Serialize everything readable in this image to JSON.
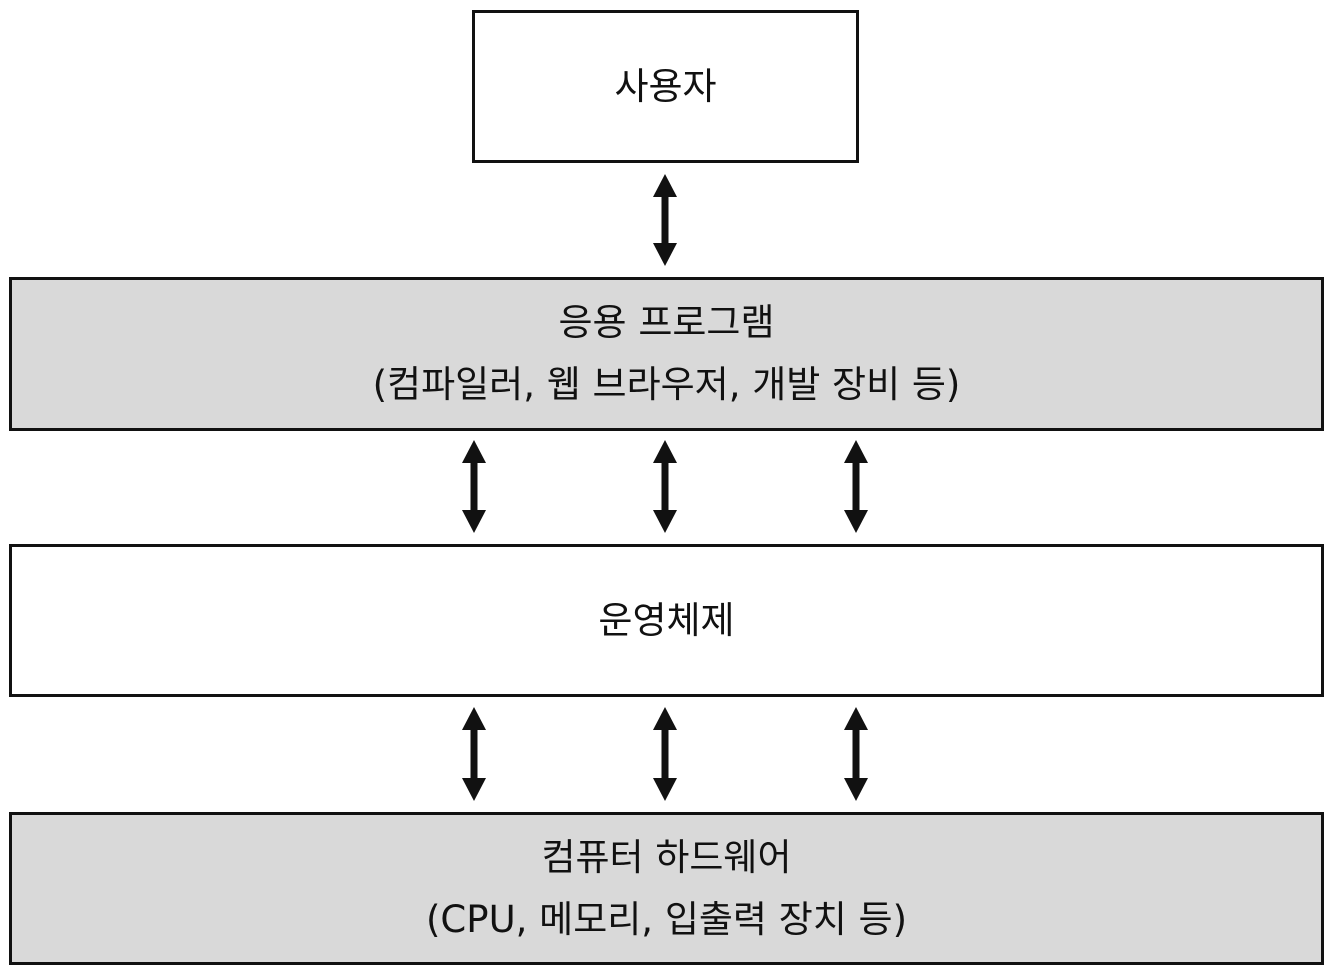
{
  "layers": {
    "user": {
      "label": "사용자"
    },
    "application": {
      "label": "응용 프로그램",
      "detail": "(컴파일러, 웹 브라우저, 개발 장비 등)"
    },
    "os": {
      "label": "운영체제"
    },
    "hardware": {
      "label": "컴퓨터 하드웨어",
      "detail": "(CPU, 메모리, 입출력 장치 등)"
    }
  },
  "connectors": [
    {
      "from": "user",
      "to": "application",
      "count": 1,
      "direction": "bidirectional"
    },
    {
      "from": "application",
      "to": "os",
      "count": 3,
      "direction": "bidirectional"
    },
    {
      "from": "os",
      "to": "hardware",
      "count": 3,
      "direction": "bidirectional"
    }
  ],
  "colors": {
    "border": "#111111",
    "arrow": "#111111",
    "gray_fill": "#d9d9d9",
    "white_fill": "#ffffff"
  }
}
